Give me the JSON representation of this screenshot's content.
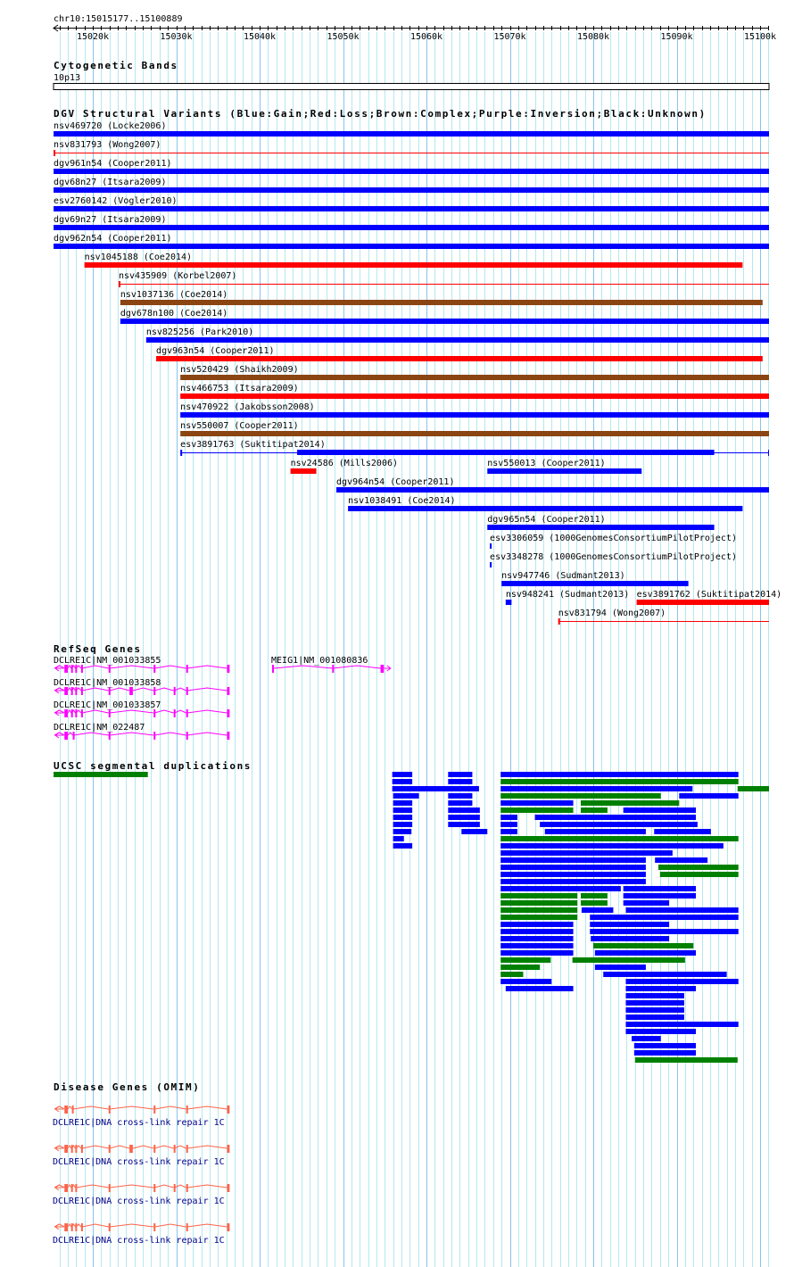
{
  "ruler": {
    "label": "chr10:15015177..15100889",
    "unit": "kb",
    "view_kb": [
      15015.3,
      15101.1
    ],
    "ticks": [
      "15020k",
      "15030k",
      "15040k",
      "15050k",
      "15060k",
      "15070k",
      "15080k",
      "15090k",
      "15100k"
    ],
    "tick_values": [
      15020,
      15030,
      15040,
      15050,
      15060,
      15070,
      15080,
      15090,
      15100
    ]
  },
  "colors": {
    "blue": "#0000ff",
    "red": "#ff0000",
    "brown": "#8b4513",
    "green": "#008000",
    "gene": "#ff00ff",
    "omim": "#ff6347",
    "omim_label": "#00008b",
    "grid_minor": "#b4e8f0",
    "grid_major": "#86c4ee"
  },
  "cyto": {
    "title": "Cytogenetic Bands",
    "band": "10p13"
  },
  "dgv": {
    "title": "DGV Structural Variants (Blue:Gain;Red:Loss;Brown:Complex;Purple:Inversion;Black:Unknown)",
    "rows": [
      [
        {
          "label": "nsv469720 (Locke2006)",
          "start": 15015.3,
          "end": 15101.1,
          "color": "blue"
        }
      ],
      [
        {
          "label": "nsv831793 (Wong2007)",
          "start": 15015.3,
          "end": 15101.1,
          "color": "red",
          "thin": true
        }
      ],
      [
        {
          "label": "dgv961n54 (Cooper2011)",
          "start": 15015.3,
          "end": 15101.1,
          "color": "blue"
        }
      ],
      [
        {
          "label": "dgv68n27 (Itsara2009)",
          "start": 15015.3,
          "end": 15101.1,
          "color": "blue"
        }
      ],
      [
        {
          "label": "esv2760142 (Vogler2010)",
          "start": 15015.3,
          "end": 15101.1,
          "color": "blue"
        }
      ],
      [
        {
          "label": "dgv69n27 (Itsara2009)",
          "start": 15015.3,
          "end": 15101.1,
          "color": "blue"
        }
      ],
      [
        {
          "label": "dgv962n54 (Cooper2011)",
          "start": 15015.3,
          "end": 15101.1,
          "color": "blue"
        }
      ],
      [
        {
          "label": "nsv1045188 (Coe2014)",
          "start": 15019.0,
          "end": 15097.9,
          "color": "red"
        }
      ],
      [
        {
          "label": "nsv435909 (Korbel2007)",
          "start": 15023.1,
          "end": 15101.1,
          "color": "red",
          "thin": true
        }
      ],
      [
        {
          "label": "nsv1037136 (Coe2014)",
          "start": 15023.3,
          "end": 15100.3,
          "color": "brown"
        }
      ],
      [
        {
          "label": "dgv678n100 (Coe2014)",
          "start": 15023.3,
          "end": 15101.1,
          "color": "blue"
        }
      ],
      [
        {
          "label": "nsv825256 (Park2010)",
          "start": 15026.4,
          "end": 15101.1,
          "color": "blue"
        }
      ],
      [
        {
          "label": "dgv963n54 (Cooper2011)",
          "start": 15027.6,
          "end": 15100.3,
          "color": "red"
        }
      ],
      [
        {
          "label": "nsv520429 (Shaikh2009)",
          "start": 15030.5,
          "end": 15101.1,
          "color": "brown"
        }
      ],
      [
        {
          "label": "nsv466753 (Itsara2009)",
          "start": 15030.5,
          "end": 15101.1,
          "color": "red"
        }
      ],
      [
        {
          "label": "nsv470922 (Jakobsson2008)",
          "start": 15030.5,
          "end": 15101.1,
          "color": "blue"
        }
      ],
      [
        {
          "label": "nsv550007 (Cooper2011)",
          "start": 15030.5,
          "end": 15101.1,
          "color": "brown"
        }
      ],
      [
        {
          "label": "esv3891763 (Suktitipat2014)",
          "start": 15030.5,
          "end": 15101.1,
          "color": "blue",
          "thin": true,
          "thick": [
            15044.5,
            15094.5
          ]
        }
      ],
      [
        {
          "label": "nsv24586 (Mills2006)",
          "start": 15043.7,
          "end": 15046.8,
          "color": "red"
        },
        {
          "label": "nsv550013 (Cooper2011)",
          "start": 15067.3,
          "end": 15085.8,
          "color": "blue"
        }
      ],
      [
        {
          "label": "dgv964n54 (Cooper2011)",
          "start": 15049.2,
          "end": 15101.1,
          "color": "blue"
        }
      ],
      [
        {
          "label": "nsv1038491 (Coe2014)",
          "start": 15050.6,
          "end": 15097.9,
          "color": "blue"
        }
      ],
      [
        {
          "label": "dgv965n54 (Cooper2011)",
          "start": 15067.3,
          "end": 15094.5,
          "color": "blue"
        }
      ],
      [
        {
          "label": "esv3306059 (1000GenomesConsortiumPilotProject)",
          "start": 15067.6,
          "end": 15067.7,
          "color": "blue"
        }
      ],
      [
        {
          "label": "esv3348278 (1000GenomesConsortiumPilotProject)",
          "start": 15067.6,
          "end": 15067.7,
          "color": "blue"
        }
      ],
      [
        {
          "label": "nsv947746 (Sudmant2013)",
          "start": 15069.0,
          "end": 15091.4,
          "color": "blue"
        }
      ],
      [
        {
          "label": "nsv948241 (Sudmant2013)",
          "start": 15069.5,
          "end": 15070.2,
          "color": "blue"
        },
        {
          "label": "esv3891762 (Suktitipat2014)",
          "start": 15085.2,
          "end": 15101.1,
          "color": "red"
        }
      ],
      [
        {
          "label": "nsv831794 (Wong2007)",
          "start": 15075.8,
          "end": 15101.1,
          "color": "red",
          "thin": true
        }
      ]
    ]
  },
  "refseq": {
    "title": "RefSeq Genes",
    "genes": [
      {
        "row": 0,
        "label": "DCLRE1C|NM_001033855",
        "start": 15015.4,
        "end": 15036.4,
        "strand": "-",
        "exons": [
          [
            15016.6,
            15017.0
          ],
          [
            15017.4,
            15017.5
          ],
          [
            15017.9,
            15018.0
          ],
          [
            15018.6,
            15018.7
          ],
          [
            15021.9,
            15022.0
          ],
          [
            15027.3,
            15027.4
          ],
          [
            15031.2,
            15031.3
          ],
          [
            15036.1,
            15036.4
          ]
        ]
      },
      {
        "row": 0,
        "label": "MEIG1|NM_001080836",
        "start": 15041.5,
        "end": 15055.7,
        "strand": "+",
        "exons": [
          [
            15041.5,
            15041.7
          ],
          [
            15048.7,
            15048.8
          ],
          [
            15054.5,
            15054.9
          ]
        ]
      },
      {
        "row": 1,
        "label": "DCLRE1C|NM_001033858",
        "start": 15015.4,
        "end": 15036.4,
        "strand": "-",
        "exons": [
          [
            15016.6,
            15017.0
          ],
          [
            15017.4,
            15017.5
          ],
          [
            15017.9,
            15018.0
          ],
          [
            15018.6,
            15018.7
          ],
          [
            15021.9,
            15022.0
          ],
          [
            15024.4,
            15024.8
          ],
          [
            15027.3,
            15027.4
          ],
          [
            15029.7,
            15029.8
          ],
          [
            15031.2,
            15031.3
          ],
          [
            15036.1,
            15036.4
          ]
        ]
      },
      {
        "row": 2,
        "label": "DCLRE1C|NM_001033857",
        "start": 15015.4,
        "end": 15036.4,
        "strand": "-",
        "exons": [
          [
            15016.6,
            15017.0
          ],
          [
            15017.4,
            15017.5
          ],
          [
            15017.9,
            15018.0
          ],
          [
            15018.6,
            15018.7
          ],
          [
            15021.9,
            15022.0
          ],
          [
            15027.3,
            15027.4
          ],
          [
            15029.7,
            15029.8
          ],
          [
            15031.2,
            15031.3
          ],
          [
            15036.1,
            15036.4
          ]
        ]
      },
      {
        "row": 3,
        "label": "DCLRE1C|NM_022487",
        "start": 15015.4,
        "end": 15036.4,
        "strand": "-",
        "exons": [
          [
            15016.6,
            15017.0
          ],
          [
            15017.6,
            15017.7
          ],
          [
            15021.9,
            15022.0
          ],
          [
            15027.3,
            15027.4
          ],
          [
            15031.2,
            15031.3
          ],
          [
            15036.1,
            15036.4
          ]
        ]
      }
    ]
  },
  "segdup": {
    "title": "UCSC segmental duplications",
    "rows": [
      [
        [
          15015.3,
          15026.6,
          "g"
        ],
        [
          15055.9,
          15058.3,
          "b"
        ],
        [
          15062.6,
          15065.5,
          "b"
        ],
        [
          15068.9,
          15097.4,
          "b"
        ]
      ],
      [
        [
          15055.9,
          15058.3,
          "b"
        ],
        [
          15062.6,
          15065.5,
          "b"
        ],
        [
          15068.9,
          15097.4,
          "g"
        ]
      ],
      [
        [
          15055.9,
          15066.3,
          "b"
        ],
        [
          15068.9,
          15091.9,
          "b"
        ],
        [
          15097.3,
          15101.1,
          "g"
        ]
      ],
      [
        [
          15056.0,
          15059.1,
          "b"
        ],
        [
          15062.6,
          15065.5,
          "b"
        ],
        [
          15068.9,
          15088.1,
          "g"
        ],
        [
          15090.3,
          15097.4,
          "b"
        ]
      ],
      [
        [
          15056.0,
          15058.3,
          "b"
        ],
        [
          15062.6,
          15065.5,
          "b"
        ],
        [
          15068.9,
          15077.6,
          "b"
        ],
        [
          15078.5,
          15090.3,
          "g"
        ]
      ],
      [
        [
          15056.0,
          15058.3,
          "b"
        ],
        [
          15062.6,
          15066.4,
          "b"
        ],
        [
          15068.9,
          15077.6,
          "g"
        ],
        [
          15078.5,
          15081.7,
          "g"
        ],
        [
          15083.6,
          15092.3,
          "b"
        ]
      ],
      [
        [
          15056.0,
          15058.3,
          "b"
        ],
        [
          15062.6,
          15066.4,
          "b"
        ],
        [
          15068.9,
          15070.9,
          "b"
        ],
        [
          15073.0,
          15092.3,
          "b"
        ]
      ],
      [
        [
          15056.0,
          15058.3,
          "b"
        ],
        [
          15062.6,
          15066.4,
          "b"
        ],
        [
          15068.9,
          15070.9,
          "b"
        ],
        [
          15073.6,
          15092.5,
          "b"
        ]
      ],
      [
        [
          15056.0,
          15058.2,
          "b"
        ],
        [
          15064.2,
          15067.3,
          "b"
        ],
        [
          15068.9,
          15070.9,
          "b"
        ],
        [
          15074.2,
          15086.3,
          "b"
        ],
        [
          15087.3,
          15094.1,
          "b"
        ]
      ],
      [
        [
          15056.0,
          15057.3,
          "b"
        ],
        [
          15068.9,
          15097.4,
          "g"
        ]
      ],
      [
        [
          15056.0,
          15058.3,
          "b"
        ],
        [
          15068.9,
          15095.6,
          "b"
        ]
      ],
      [
        [
          15068.9,
          15089.5,
          "b"
        ]
      ],
      [
        [
          15068.9,
          15086.3,
          "b"
        ],
        [
          15087.4,
          15093.7,
          "b"
        ]
      ],
      [
        [
          15068.9,
          15086.3,
          "b"
        ],
        [
          15087.8,
          15097.4,
          "g"
        ]
      ],
      [
        [
          15068.9,
          15086.3,
          "b"
        ],
        [
          15088.0,
          15097.4,
          "g"
        ]
      ],
      [
        [
          15068.9,
          15086.3,
          "b"
        ]
      ],
      [
        [
          15068.9,
          15083.3,
          "b"
        ],
        [
          15083.6,
          15092.3,
          "b"
        ]
      ],
      [
        [
          15068.9,
          15078.1,
          "g"
        ],
        [
          15078.5,
          15081.7,
          "g"
        ],
        [
          15083.6,
          15092.3,
          "b"
        ]
      ],
      [
        [
          15068.9,
          15078.1,
          "g"
        ],
        [
          15078.5,
          15081.7,
          "g"
        ],
        [
          15083.6,
          15089.1,
          "b"
        ]
      ],
      [
        [
          15068.9,
          15078.1,
          "g"
        ],
        [
          15078.6,
          15082.4,
          "b"
        ],
        [
          15083.9,
          15097.4,
          "b"
        ]
      ],
      [
        [
          15068.9,
          15078.1,
          "g"
        ],
        [
          15079.6,
          15097.4,
          "b"
        ]
      ],
      [
        [
          15068.9,
          15077.6,
          "b"
        ],
        [
          15079.6,
          15089.1,
          "b"
        ]
      ],
      [
        [
          15068.9,
          15077.6,
          "b"
        ],
        [
          15079.6,
          15097.4,
          "b"
        ]
      ],
      [
        [
          15068.9,
          15077.6,
          "b"
        ],
        [
          15079.7,
          15089.1,
          "b"
        ]
      ],
      [
        [
          15068.9,
          15077.6,
          "b"
        ],
        [
          15080.0,
          15092.0,
          "g"
        ]
      ],
      [
        [
          15068.9,
          15077.6,
          "b"
        ],
        [
          15080.2,
          15092.3,
          "b"
        ]
      ],
      [
        [
          15068.9,
          15074.9,
          "g"
        ],
        [
          15077.5,
          15091.0,
          "g"
        ]
      ],
      [
        [
          15068.9,
          15073.6,
          "g"
        ],
        [
          15080.2,
          15086.3,
          "b"
        ]
      ],
      [
        [
          15068.9,
          15071.6,
          "g"
        ],
        [
          15081.2,
          15096.0,
          "b"
        ]
      ],
      [
        [
          15068.9,
          15075.0,
          "b"
        ],
        [
          15083.9,
          15097.4,
          "b"
        ]
      ],
      [
        [
          15069.5,
          15077.6,
          "b"
        ],
        [
          15083.9,
          15092.3,
          "b"
        ]
      ],
      [
        [
          15083.9,
          15090.9,
          "b"
        ]
      ],
      [
        [
          15083.9,
          15090.9,
          "b"
        ]
      ],
      [
        [
          15083.9,
          15090.9,
          "b"
        ]
      ],
      [
        [
          15083.9,
          15090.9,
          "b"
        ]
      ],
      [
        [
          15083.9,
          15097.4,
          "b"
        ]
      ],
      [
        [
          15083.9,
          15092.3,
          "b"
        ]
      ],
      [
        [
          15084.6,
          15088.1,
          "b"
        ]
      ],
      [
        [
          15084.9,
          15092.3,
          "b"
        ]
      ],
      [
        [
          15084.9,
          15092.3,
          "b"
        ]
      ],
      [
        [
          15085.0,
          15097.3,
          "g"
        ]
      ]
    ]
  },
  "omim": {
    "title": "Disease Genes (OMIM)",
    "genes": [
      {
        "label": "DCLRE1C|DNA cross-link repair 1C",
        "start": 15015.4,
        "end": 15036.4,
        "exons": [
          [
            15016.6,
            15017.0
          ],
          [
            15017.5,
            15017.6
          ],
          [
            15021.9,
            15022.0
          ],
          [
            15027.3,
            15027.4
          ],
          [
            15031.2,
            15031.3
          ],
          [
            15036.1,
            15036.4
          ]
        ]
      },
      {
        "label": "DCLRE1C|DNA cross-link repair 1C",
        "start": 15015.4,
        "end": 15036.4,
        "exons": [
          [
            15016.6,
            15017.0
          ],
          [
            15017.4,
            15017.5
          ],
          [
            15017.9,
            15018.0
          ],
          [
            15018.6,
            15018.7
          ],
          [
            15021.9,
            15022.0
          ],
          [
            15024.4,
            15024.8
          ],
          [
            15027.3,
            15027.4
          ],
          [
            15029.7,
            15029.8
          ],
          [
            15031.2,
            15031.3
          ],
          [
            15036.1,
            15036.4
          ]
        ]
      },
      {
        "label": "DCLRE1C|DNA cross-link repair 1C",
        "start": 15015.4,
        "end": 15036.4,
        "exons": [
          [
            15016.6,
            15017.0
          ],
          [
            15017.4,
            15017.5
          ],
          [
            15017.9,
            15018.0
          ],
          [
            15021.9,
            15022.0
          ],
          [
            15027.3,
            15027.4
          ],
          [
            15029.7,
            15029.8
          ],
          [
            15031.2,
            15031.3
          ],
          [
            15036.1,
            15036.4
          ]
        ]
      },
      {
        "label": "DCLRE1C|DNA cross-link repair 1C",
        "start": 15015.4,
        "end": 15036.4,
        "exons": [
          [
            15016.6,
            15017.0
          ],
          [
            15017.4,
            15017.5
          ],
          [
            15017.9,
            15018.0
          ],
          [
            15018.6,
            15018.7
          ],
          [
            15021.9,
            15022.0
          ],
          [
            15027.3,
            15027.4
          ],
          [
            15031.2,
            15031.3
          ],
          [
            15036.1,
            15036.4
          ]
        ]
      }
    ]
  }
}
